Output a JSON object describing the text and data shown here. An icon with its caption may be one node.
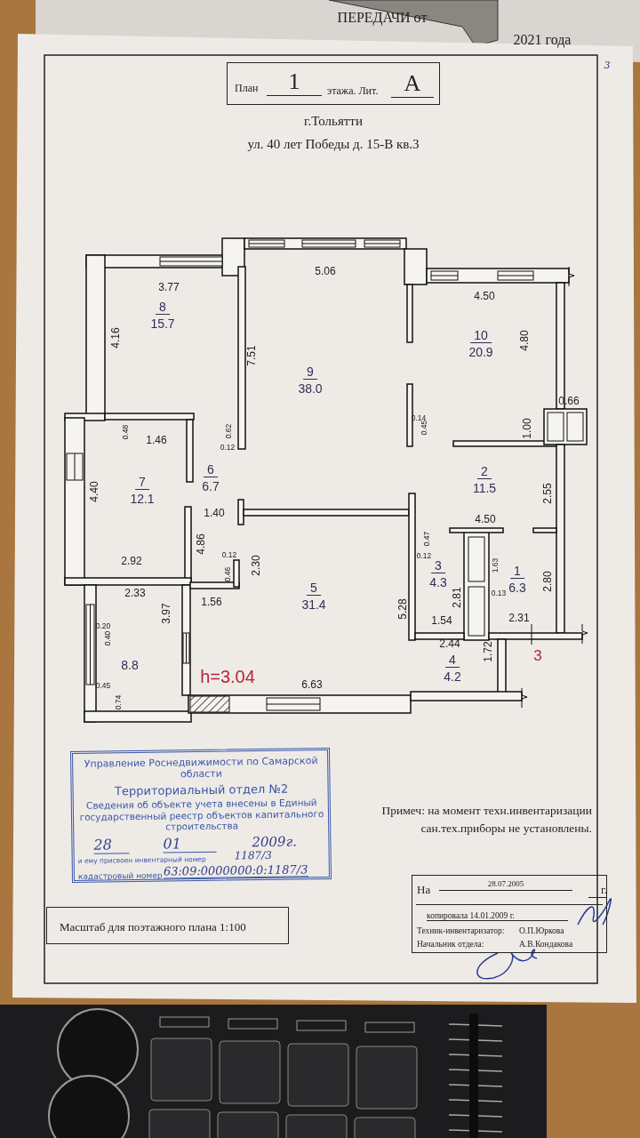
{
  "diagram": {
    "nodes": [
      {
        "text": [
          "План",
          "1",
          "этажа. Лит.",
          "А"
        ]
      },
      {
        "text": [
          "Управление Роснедвижимости по Самарской области",
          "Территориальный отдел №2",
          "Сведения об объекте учета внесены в Единый государственный реестр объектов капитального строительства",
          "28",
          "01",
          "2009г.",
          "и ему присвоен инвентарный номер",
          "1187/3",
          "кадастровый номер",
          "63:09:0000000:0:1187/3"
        ]
      },
      {
        "text": [
          "На",
          "28.07.2005",
          "г.",
          "копировала 14.01.2009 г.",
          "Техник-инвентаризатор:",
          "О.П.Юркова",
          "Начальник отдела:",
          "А.В.Кондакова"
        ]
      },
      {
        "text": [
          "Масштаб для поэтажного плана 1:100"
        ]
      }
    ],
    "labels": [
      "ПЕРЕДАЧИ от",
      "2021 года",
      "3",
      "г.Тольятти",
      "ул. 40 лет Победы д. 15-В кв.3",
      "5.06",
      "3.77",
      "4.50",
      "8",
      "15.7",
      "4.16",
      "7.51",
      "9",
      "38.0",
      "10",
      "20.9",
      "4.80",
      "0.66",
      "1.00",
      "0.48",
      "1.46",
      "0.62",
      "0.12",
      "0.14",
      "0.45",
      "6",
      "6.7",
      "2",
      "11.5",
      "2.55",
      "4.40",
      "7",
      "12.1",
      "1.40",
      "4.50",
      "4.86",
      "0.47",
      "0.12",
      "0.12",
      "0.46",
      "2.30",
      "2.92",
      "1.63",
      "3",
      "4.3",
      "1",
      "6.3",
      "2.80",
      "2.33",
      "1.56",
      "5",
      "31.4",
      "0.13",
      "3.97",
      "2.81",
      "5.28",
      "1.54",
      "2.31",
      "0.20",
      "0.40",
      "2.44",
      "1.72",
      "3",
      "4",
      "4.2",
      "8.8",
      "h=3.04",
      "6.63",
      "0.45",
      "0.74",
      "Примеч: на момент техн.инвентаризации сан.тех.приборы не установлены."
    ]
  }
}
